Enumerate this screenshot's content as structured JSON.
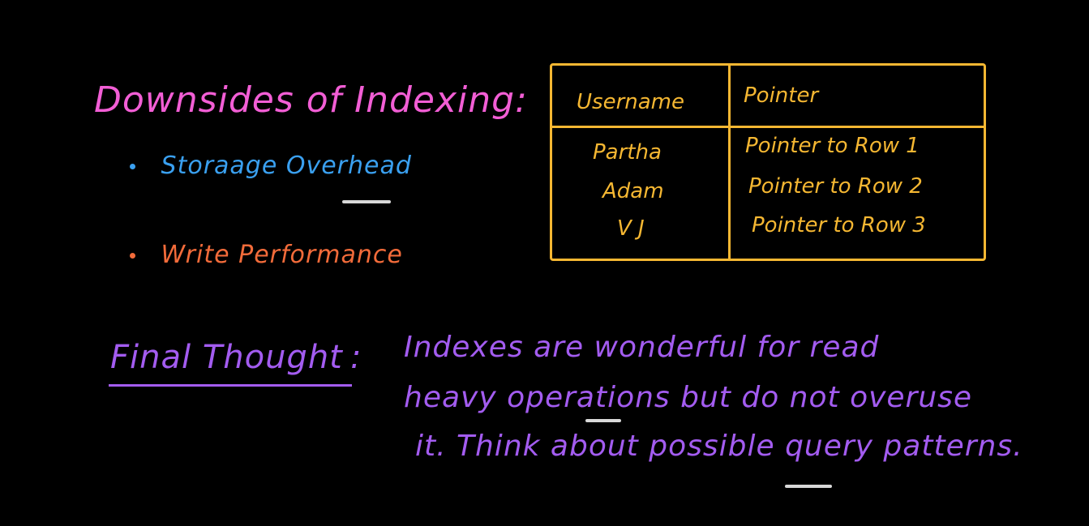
{
  "colors": {
    "background": "#000000",
    "title": "#f25ed5",
    "storage": "#3aa0f0",
    "write": "#f26b3a",
    "table": "#f5b732",
    "final": "#a35cf0"
  },
  "title": "Downsides of Indexing:",
  "bullets": [
    {
      "text": "Storaage Overhead"
    },
    {
      "text": "Write Performance"
    }
  ],
  "table": {
    "headers": [
      "Username",
      "Pointer"
    ],
    "rows": [
      [
        "Partha",
        "Pointer to Row 1"
      ],
      [
        "Adam",
        "Pointer to Row 2"
      ],
      [
        "V J",
        "Pointer to Row 3"
      ]
    ]
  },
  "final": {
    "label": "Final Thought",
    "colon": ":",
    "lines": [
      "Indexes are wonderful for read",
      "heavy operations but do not overuse",
      "it. Think about possible query patterns."
    ]
  }
}
